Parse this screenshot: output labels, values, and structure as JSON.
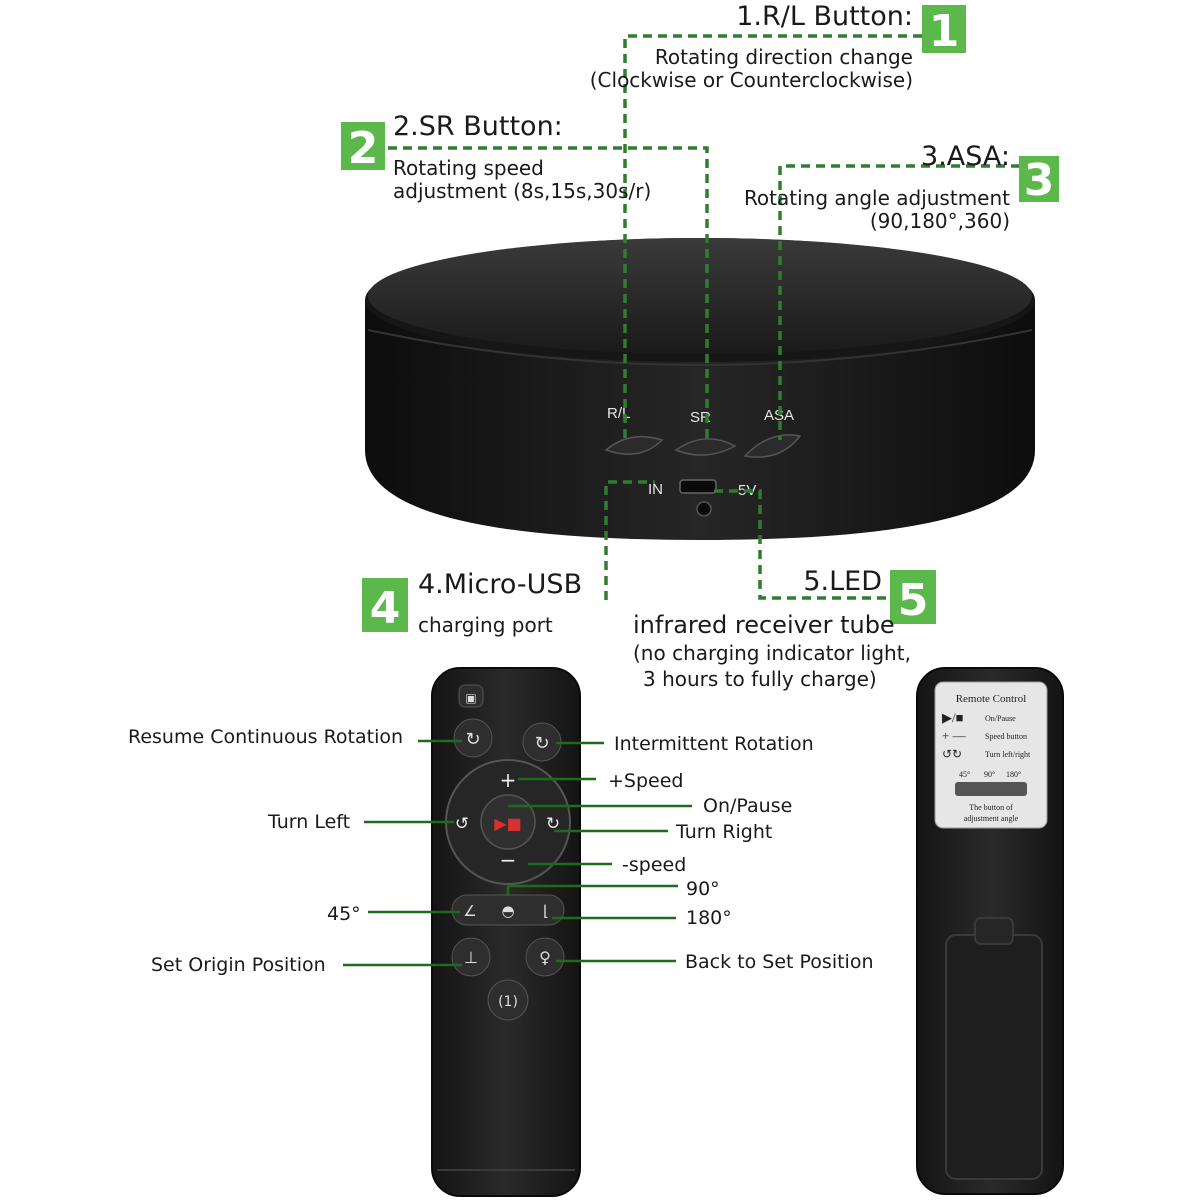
{
  "colors": {
    "callout_green": "#5cb84a",
    "leader_green": "#2f7d2f",
    "device_black": "#1b1b1b"
  },
  "callouts": [
    {
      "number": "1",
      "title": "1.R/L Button:",
      "desc": [
        "Rotating direction change",
        "(Clockwise or Counterclockwise)"
      ]
    },
    {
      "number": "2",
      "title": "2.SR Button:",
      "desc": [
        "Rotating speed",
        "adjustment (8s,15s,30s/r)"
      ]
    },
    {
      "number": "3",
      "title": "3.ASA:",
      "desc": [
        "Rotating angle adjustment",
        "(90,180°,360)"
      ]
    },
    {
      "number": "4",
      "title": "4.Micro-USB",
      "desc": [
        "charging port"
      ]
    },
    {
      "number": "5",
      "title": "5.LED",
      "desc": [
        "infrared receiver tube",
        "(no charging indicator light,",
        "3 hours to fully charge)"
      ]
    }
  ],
  "turntable": {
    "button_labels": [
      "R/L",
      "SR",
      "ASA"
    ],
    "port_in": "IN",
    "port_5v": "5V"
  },
  "remote_labels": {
    "resume": "Resume Continuous Rotation",
    "intermittent": "Intermittent Rotation",
    "speed_plus": "+Speed",
    "on_pause": "On/Pause",
    "turn_left": "Turn Left",
    "turn_right": "Turn Right",
    "speed_minus": "-speed",
    "deg90": "90°",
    "deg45": "45°",
    "deg180": "180°",
    "set_origin": "Set Origin Position",
    "back_to_set": "Back to Set Position"
  },
  "remote_back_card": {
    "title": "Remote Control",
    "rows": [
      "On/Pause",
      "Speed button",
      "Turn left/right"
    ],
    "angles": [
      "45°",
      "90°",
      "180°"
    ],
    "footer": [
      "The button of",
      "adjustment angle"
    ]
  },
  "icons": [
    "play-pause-icon",
    "plus-icon",
    "minus-icon",
    "rotate-left-icon",
    "rotate-right-icon",
    "angle-icon",
    "origin-icon",
    "power-icon"
  ]
}
